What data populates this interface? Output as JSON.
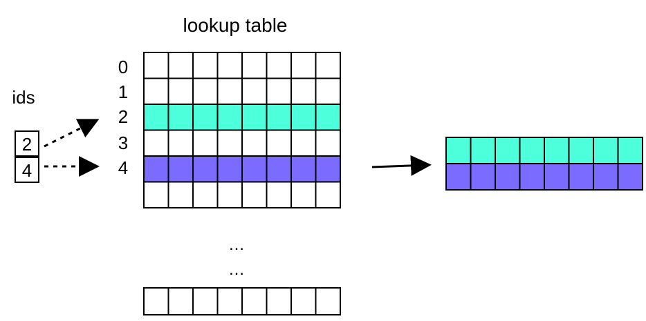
{
  "title": "lookup table",
  "ids_label": "ids",
  "ids": [
    "2",
    "4"
  ],
  "row_labels": [
    "0",
    "1",
    "2",
    "3",
    "4"
  ],
  "ellipsis": [
    "…",
    "…"
  ],
  "table": {
    "columns": 8,
    "top_rows": 6,
    "highlighted_rows": [
      {
        "row": 2,
        "color": "#4dffdb"
      },
      {
        "row": 4,
        "color": "#7b6cff"
      }
    ]
  },
  "output": {
    "rows": [
      "#4dffdb",
      "#7b6cff"
    ],
    "columns": 8
  },
  "colors": {
    "cyan": "#4dffdb",
    "purple": "#7b6cff",
    "line": "#000000"
  }
}
